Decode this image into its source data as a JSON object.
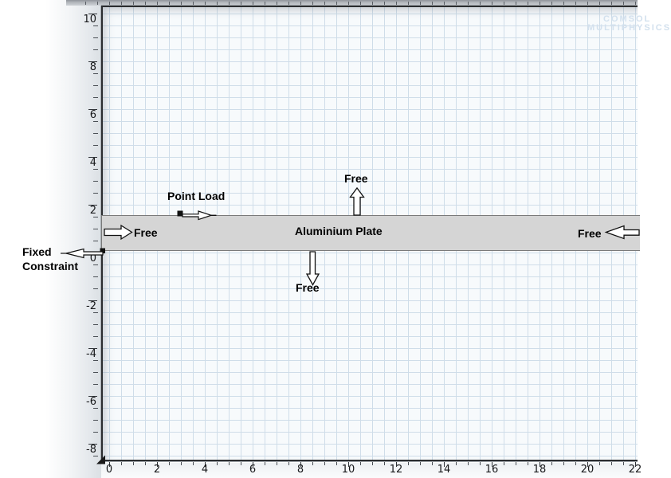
{
  "watermark": {
    "line1": "COMSOL",
    "line2": "MULTIPHYSICS",
    "color": "#d3e1ee"
  },
  "plate": {
    "label": "Aluminium Plate",
    "fill": "#d5d5d5",
    "border_color": "#7a7a7a"
  },
  "annotations": {
    "fixed_constraint": {
      "line1": "Fixed",
      "line2": "Constraint"
    },
    "point_load": {
      "label": "Point Load"
    },
    "free_left": {
      "label": "Free"
    },
    "free_top": {
      "label": "Free"
    },
    "free_bottom": {
      "label": "Free"
    },
    "free_right": {
      "label": "Free"
    }
  },
  "axes": {
    "x": {
      "tick_labels": [
        "0",
        "2",
        "4",
        "6",
        "8",
        "10",
        "12",
        "14",
        "16",
        "18",
        "20",
        "22"
      ]
    },
    "y": {
      "tick_labels": [
        "10",
        "8",
        "6",
        "4",
        "2",
        "0",
        "-2",
        "-4",
        "-6",
        "-8"
      ]
    }
  },
  "colors": {
    "grid": "#cfdde9",
    "plot_background": "#f7fafc",
    "axis_frame": "#2b2d30",
    "marker": "#111111"
  }
}
